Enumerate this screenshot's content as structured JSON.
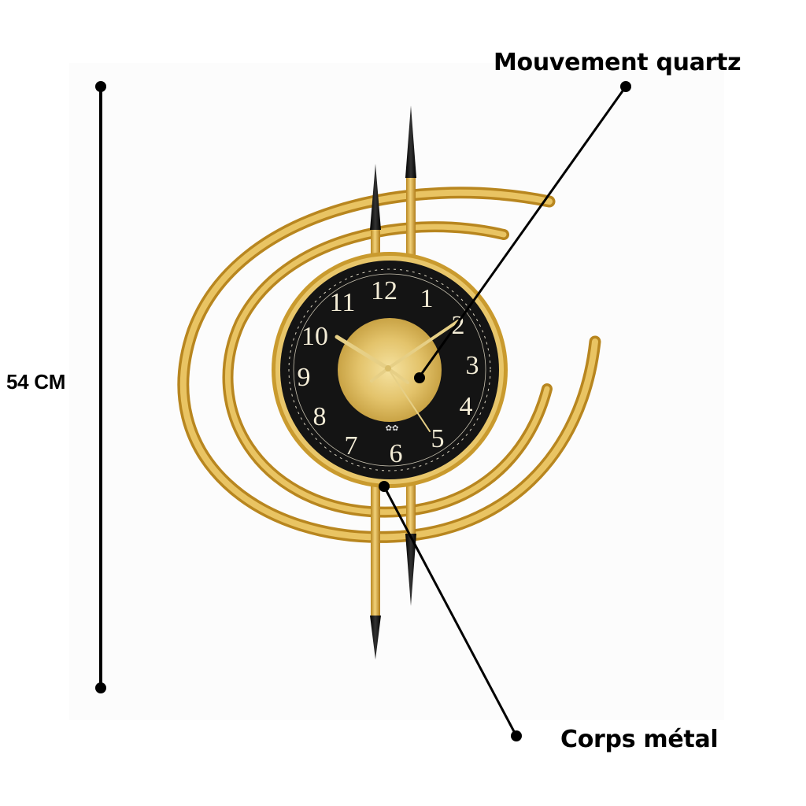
{
  "annotations": {
    "movement_label": "Mouvement quartz",
    "body_label": "Corps métal",
    "height_label": "54 CM"
  },
  "product": {
    "name": "Decorative metal wall clock",
    "dial_numerals": [
      "12",
      "1",
      "2",
      "3",
      "4",
      "5",
      "6",
      "7",
      "8",
      "9",
      "10",
      "11"
    ],
    "time_shown": "10:10",
    "colors": {
      "gold": "#d4a63a",
      "gold_light": "#f0d68a",
      "dial_black": "#141414",
      "numeral": "#f3ecd6",
      "annotation_line": "#000000"
    }
  }
}
